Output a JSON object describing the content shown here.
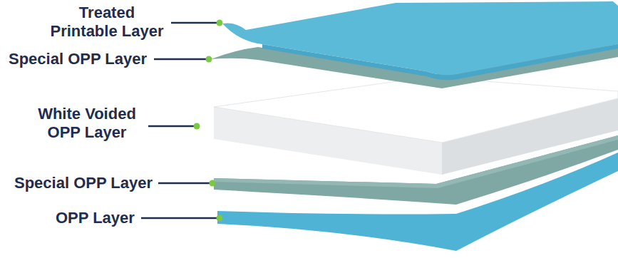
{
  "diagram": {
    "labels": [
      "Treated Printable Layer",
      "Special OPP Layer",
      "White Voided OPP Layer",
      "Special OPP Layer",
      "OPP Layer"
    ]
  }
}
